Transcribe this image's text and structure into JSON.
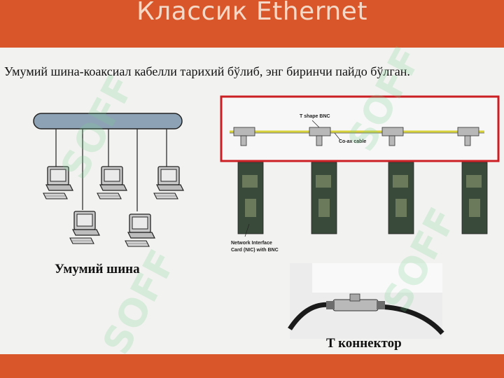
{
  "slide": {
    "title": "Классик Ethernet",
    "intro_text": "Умумий шина-коаксиал кабелли тарихий бўлиб, энг биринчи пайдо бўлган.",
    "bus_caption": "Умумий шина",
    "t_connector_caption": "T коннектор"
  },
  "photo_labels": {
    "t_shape": "T shape BNC",
    "coax": "Co-ax cable",
    "nic": "Network Interface\nCard (NIC) with BNC"
  },
  "watermark": "SOFF",
  "colors": {
    "header": "#d9562a",
    "title_text": "#f5d9c8",
    "bus_fill": "#8da3b5",
    "highlight_frame": "#cc1f24",
    "coax_cable": "#d8d23a"
  }
}
